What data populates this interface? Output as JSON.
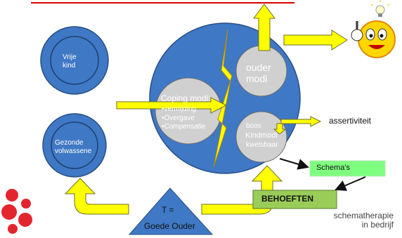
{
  "colors": {
    "outer_circle": "#3f78c4",
    "inner_circle": "#d0d0d0",
    "arrow_fill": "#ffff00",
    "arrow_stroke": "#6f6f2a",
    "accent_line": "#d90000",
    "box_green": "#7fff7f",
    "behoeften_bg": "#9acd58"
  },
  "modes": {
    "free_child": "Vrije\nkind",
    "healthy_adult": "Gezonde\nvolwassene",
    "parent": "ouder\nmodi",
    "vulnerable_child_l1": "boos",
    "vulnerable_child_l2": "Kindmodi",
    "vulnerable_child_l3": "kwetsbaar"
  },
  "coping": {
    "title": "Coping modi:",
    "items": [
      "vermijding",
      "Overgave",
      "Compensatie"
    ]
  },
  "labels": {
    "assertiveness": "assertiviteit",
    "schemas": "Schema's",
    "needs": "BEHOEFTEN",
    "therapist_l1": "T =",
    "therapist_l2": "Goede Ouder"
  },
  "brand": {
    "line1": "schematherapie",
    "line2": "in bedrijf"
  },
  "icons": [
    "idea-character-icon",
    "lightbulb-icon",
    "logo-dots-icon"
  ]
}
